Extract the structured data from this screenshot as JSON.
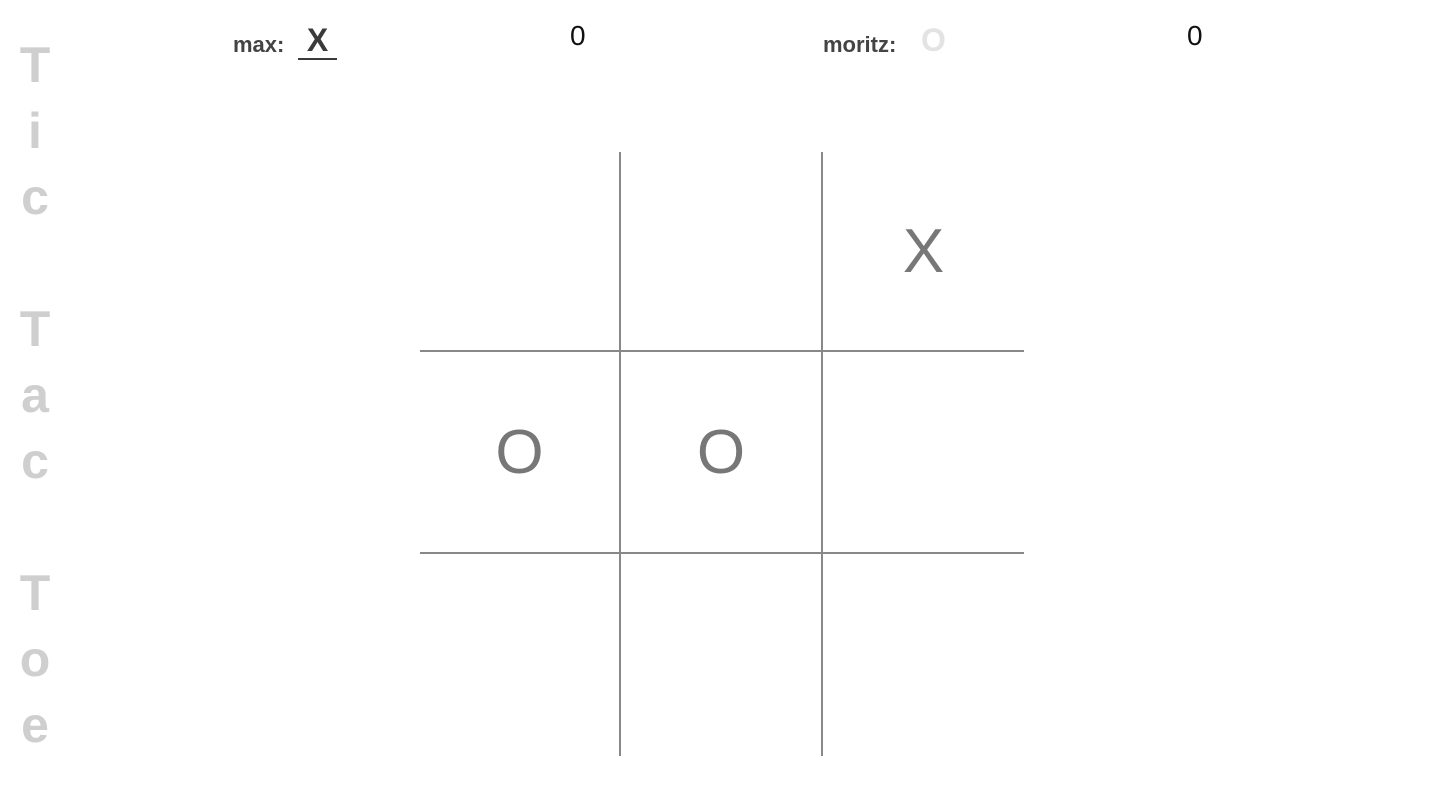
{
  "title_letters": [
    "T",
    "i",
    "c",
    "T",
    "a",
    "c",
    "T",
    "o",
    "e"
  ],
  "players": [
    {
      "name": "max:",
      "mark": "X",
      "score": "0",
      "active": true
    },
    {
      "name": "moritz:",
      "mark": "O",
      "score": "0",
      "active": false
    }
  ],
  "board": [
    "",
    "",
    "X",
    "O",
    "O",
    "",
    "",
    "",
    ""
  ],
  "colors": {
    "title": "#cfcfcf",
    "board_lines": "#888888",
    "piece": "#777777",
    "active_mark": "#3a3a3a",
    "inactive_mark": "#e3e3e3"
  }
}
